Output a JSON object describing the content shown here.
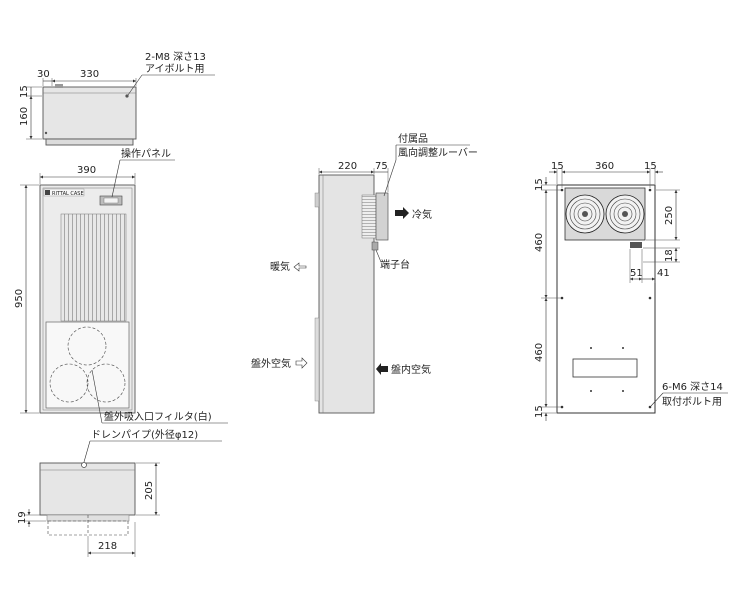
{
  "top_view": {
    "dim_width": "330",
    "dim_offset": "30",
    "dim_height": "160",
    "dim_top": "15",
    "callout_bolt_line1": "2-M8 深さ13",
    "callout_bolt_line2": "アイボルト用"
  },
  "front_view": {
    "dim_width": "390",
    "dim_height": "950",
    "brand": "RITTAL CASE",
    "callout_panel": "操作パネル",
    "callout_filter": "盤外吸入口フィルタ(白)",
    "callout_drain": "ドレンパイプ(外径φ12)"
  },
  "bottom_view": {
    "dim_height": "205",
    "dim_drain": "19",
    "dim_width": "218"
  },
  "side_view": {
    "dim_depth": "220",
    "dim_louver": "75",
    "callout_accessory_line1": "付属品",
    "callout_accessory_line2": "風向調整ルーバー",
    "label_cold_air": "冷気",
    "label_terminal": "端子台",
    "label_warm_air": "暖気",
    "label_outside_air": "盤外空気",
    "label_inside_air": "盤内空気"
  },
  "panel_cutout_view": {
    "dim_margin_left": "15",
    "dim_width": "360",
    "dim_margin_right": "15",
    "dim_top": "15",
    "dim_upper": "460",
    "dim_lower": "460",
    "dim_bottom": "15",
    "dim_fan_height": "250",
    "dim_terminal": "18",
    "dim_51": "51",
    "dim_41": "41",
    "callout_bolt_line1": "6-M6 深さ14",
    "callout_bolt_line2": "取付ボルト用"
  }
}
